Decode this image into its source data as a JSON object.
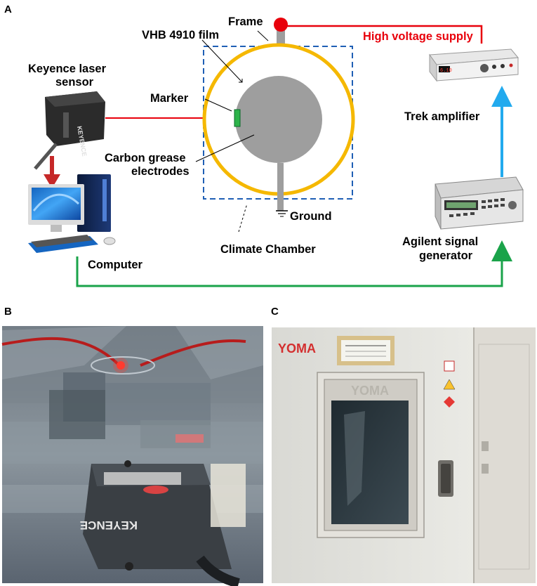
{
  "panels": {
    "a": "A",
    "b": "B",
    "c": "C"
  },
  "diagram": {
    "frame": "Frame",
    "film": "VHB 4910 film",
    "hv_supply": "High voltage supply",
    "laser_line1": "Keyence laser",
    "laser_line2": "sensor",
    "marker": "Marker",
    "trek": "Trek amplifier",
    "carbon_line1": "Carbon grease",
    "carbon_line2": "electrodes",
    "ground": "Ground",
    "computer": "Computer",
    "climate": "Climate Chamber",
    "agilent_line1": "Agilent signal",
    "agilent_line2": "generator",
    "sensor_brand": "KEYENCE",
    "hv_display": "6.10"
  },
  "photo_b": {
    "sensor_brand": "KEYENCE"
  },
  "photo_c": {
    "brand": "YOMA",
    "door_brand": "YOMA"
  },
  "colors": {
    "hv_line": "#e8000b",
    "signal_line": "#1aa34a",
    "amp_line": "#22aaee",
    "frame_ring": "#f5b800",
    "chamber_dash": "#1f5fb5",
    "membrane": "#9e9e9e",
    "marker": "#2db34a"
  }
}
